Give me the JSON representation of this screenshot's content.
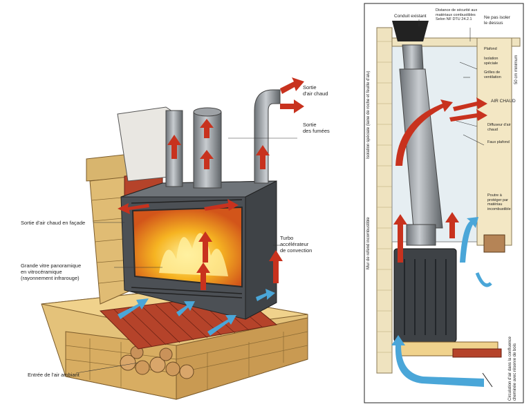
{
  "left": {
    "labels": {
      "hot_air_exit": "Sortie\nd'air chaud",
      "flue_exit": "Sortie\ndes fumées",
      "front_hot_air_exit": "Sortie d'air chaud en façade",
      "turbo": "Turbo\naccélérateur\nde convection",
      "glass": "Grande vitre panoramique\nen vitrocéramique\n(rayonnement infrarouge)",
      "ambient_air_inlet": "Entrée de l'air ambiant"
    }
  },
  "right": {
    "labels": {
      "existing_duct": "Conduit existant",
      "safety_distance": "Distance de sécurité aux\nmatériaux combustibles\nSelon NF DTU 24.2.1",
      "no_insulation": "Ne pas isoler\nle dessus",
      "ceiling": "Plafond",
      "special_insulation": "Isolation\nspéciale",
      "ventilation_grilles": "Grilles de\nventilation",
      "min_distance": "50 cm minimum",
      "hot_air": "AIR CHAUD",
      "hot_air_diffuser": "Diffuseur d'air\nchaud",
      "false_ceiling": "Faux plafond",
      "beam": "Poutre à\nprotéger par\nmatériau\nincombustible",
      "wall_insulation": "Isolation spéciale (laine de roche et feuille d'alu)",
      "non_combustible_wall": "Mur de refend incombustible",
      "air_circulation": "Circulation d'air dans la confluence\ncheminée avec réserve de bois"
    }
  },
  "colors": {
    "hot_arrow": "#c8321e",
    "cold_arrow": "#4aa6d8",
    "brick": "#b5432a",
    "stone": "#d9b46a",
    "metal": "#8d9196",
    "fire": "#f4a21c"
  }
}
